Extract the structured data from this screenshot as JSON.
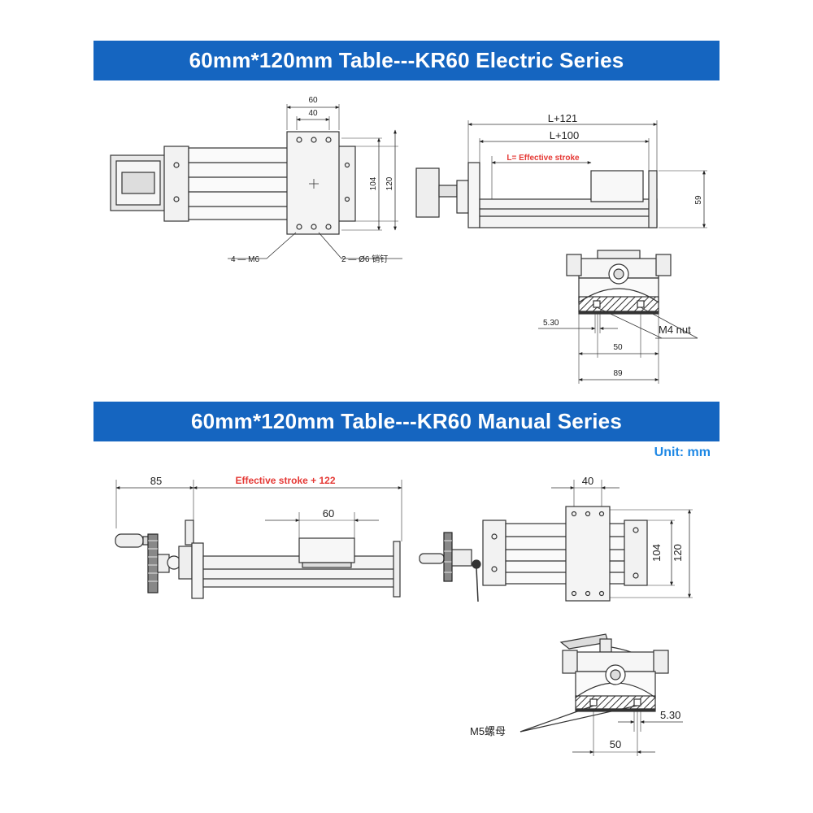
{
  "electric": {
    "title": "60mm*120mm Table---KR60 Electric Series",
    "top_view": {
      "dim_60": "60",
      "dim_40": "40",
      "dim_104": "104",
      "dim_120": "120",
      "callout_m6": "4 — M6",
      "callout_pin": "2 — Ø6 销钉"
    },
    "side_view": {
      "dim_l121": "L+121",
      "dim_l100": "L+100",
      "effective_stroke": "L= Effective stroke",
      "dim_59": "59"
    },
    "end_view": {
      "dim_530": "5.30",
      "dim_50": "50",
      "dim_89": "89",
      "nut_label": "M4 nut"
    }
  },
  "manual": {
    "title": "60mm*120mm Table---KR60 Manual Series",
    "unit_label": "Unit: mm",
    "side_view": {
      "dim_85": "85",
      "effective_stroke": "Effective stroke + 122",
      "dim_60": "60"
    },
    "top_view": {
      "dim_40": "40",
      "dim_104": "104",
      "dim_120": "120"
    },
    "end_view": {
      "nut_label": "M5螺母",
      "dim_530": "5.30",
      "dim_50": "50"
    }
  },
  "colors": {
    "banner": "#1565c0",
    "unit": "#1e88e5",
    "stroke_label": "#e53935"
  }
}
